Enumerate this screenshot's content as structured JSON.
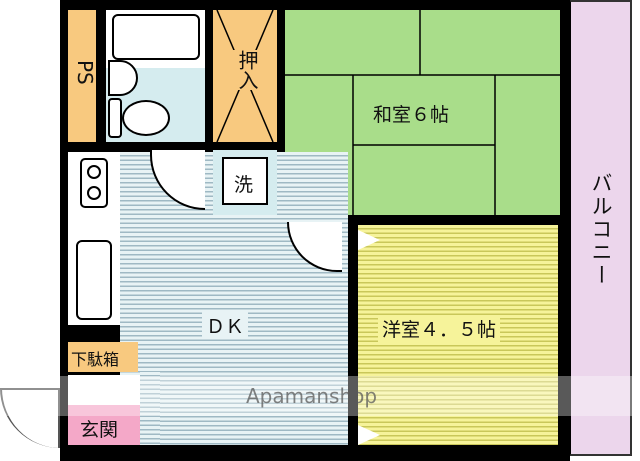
{
  "rooms": {
    "ps": "PS",
    "closet": "押入",
    "washer": "洗",
    "washitsu": "和室６帖",
    "dk": "ＤＫ",
    "youshitsu": "洋室４．５帖",
    "shoe_box": "下駄箱",
    "entrance": "玄関",
    "balcony": "バルコニー"
  },
  "watermark": "Apamanshop",
  "colors": {
    "storage": "#f8c97f",
    "tatami": "#a9dd8a",
    "wet_area": "#d5ecef",
    "entrance": "#f4a8c8",
    "balcony": "#ecd6ec"
  }
}
